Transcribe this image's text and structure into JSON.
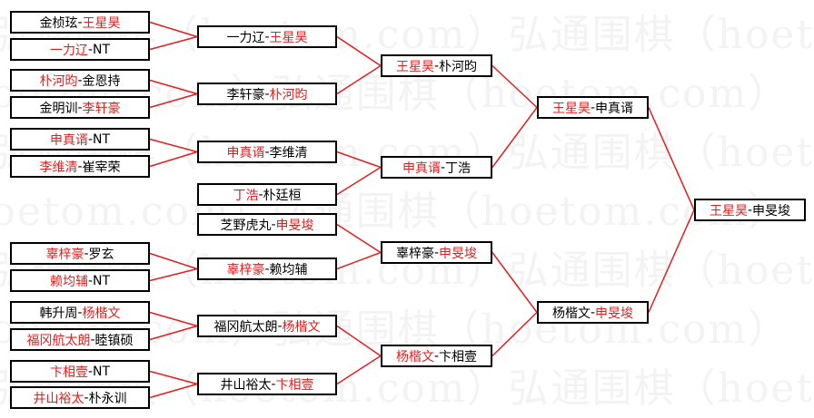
{
  "colors": {
    "winner": "#e02020",
    "text": "#000000",
    "line": "#e02020",
    "border": "#000000",
    "watermark": "#f3f3f3"
  },
  "watermark_text": "弘通围棋（hoetom.com）弘通围棋（hoetom.com）",
  "rounds": [
    {
      "name": "round-1",
      "matches": [
        {
          "left": "金桢玹",
          "sep": "-",
          "right": "王星昊",
          "winner": "right"
        },
        {
          "left": "一力辽",
          "sep": "-",
          "right": "NT",
          "winner": "left"
        },
        {
          "left": "朴河昀",
          "sep": "-",
          "right": "金恩持",
          "winner": "left"
        },
        {
          "left": "金明训",
          "sep": "-",
          "right": "李轩豪",
          "winner": "right"
        },
        {
          "left": "申真谞",
          "sep": "-",
          "right": "NT",
          "winner": "left"
        },
        {
          "left": "李维清",
          "sep": "-",
          "right": "崔宰荣",
          "winner": "left"
        },
        {
          "left": "辜梓豪",
          "sep": "-",
          "right": "罗玄",
          "winner": "left"
        },
        {
          "left": "赖均辅",
          "sep": "-",
          "right": "NT",
          "winner": "left"
        },
        {
          "left": "韩升周",
          "sep": "-",
          "right": "杨楷文",
          "winner": "right"
        },
        {
          "left": "福冈航太朗",
          "sep": "-",
          "right": "睦镇硕",
          "winner": "left"
        },
        {
          "left": "卞相壹",
          "sep": "-",
          "right": "NT",
          "winner": "left"
        },
        {
          "left": "井山裕太",
          "sep": "-",
          "right": "朴永训",
          "winner": "left"
        }
      ]
    },
    {
      "name": "round-2",
      "matches": [
        {
          "left": "一力辽",
          "sep": "-",
          "right": "王星昊",
          "winner": "right"
        },
        {
          "left": "李轩豪",
          "sep": "-",
          "right": "朴河昀",
          "winner": "right"
        },
        {
          "left": "申真谞",
          "sep": "-",
          "right": "李维清",
          "winner": "left"
        },
        {
          "left": "丁浩",
          "sep": "-",
          "right": "朴廷桓",
          "winner": "left"
        },
        {
          "left": "芝野虎丸",
          "sep": "-",
          "right": "申旻埈",
          "winner": "right"
        },
        {
          "left": "辜梓豪",
          "sep": "-",
          "right": "赖均辅",
          "winner": "left"
        },
        {
          "left": "福冈航太朗",
          "sep": "-",
          "right": "杨楷文",
          "winner": "right"
        },
        {
          "left": "井山裕太",
          "sep": "-",
          "right": "卞相壹",
          "winner": "right"
        }
      ]
    },
    {
      "name": "round-3",
      "matches": [
        {
          "left": "王星昊",
          "sep": "-",
          "right": "朴河昀",
          "winner": "left"
        },
        {
          "left": "申真谞",
          "sep": "-",
          "right": "丁浩",
          "winner": "left"
        },
        {
          "left": "辜梓豪",
          "sep": "-",
          "right": "申旻埈",
          "winner": "right"
        },
        {
          "left": "杨楷文",
          "sep": "-",
          "right": "卞相壹",
          "winner": "left"
        }
      ]
    },
    {
      "name": "round-4",
      "matches": [
        {
          "left": "王星昊",
          "sep": "-",
          "right": "申真谞",
          "winner": "left"
        },
        {
          "left": "杨楷文",
          "sep": "-",
          "right": "申旻埈",
          "winner": "right"
        }
      ]
    },
    {
      "name": "final",
      "matches": [
        {
          "left": "王星昊",
          "sep": "-",
          "right": "申旻埈",
          "winner": "left"
        }
      ]
    }
  ]
}
